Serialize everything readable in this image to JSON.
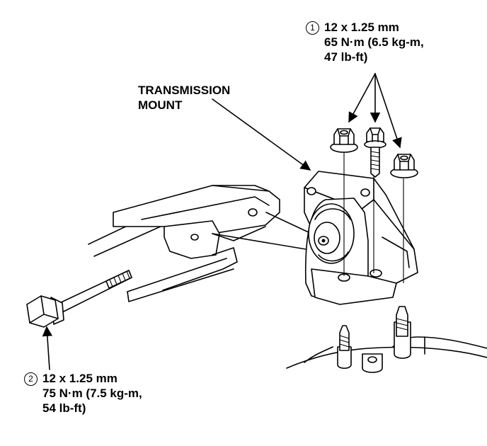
{
  "callout_1": {
    "number": "1",
    "spec": "12 x 1.25 mm",
    "torque_line1": "65 N·m (6.5 kg-m,",
    "torque_line2": "47 lb-ft)"
  },
  "callout_2": {
    "number": "2",
    "spec": "12 x 1.25 mm",
    "torque_line1": "75 N·m (7.5 kg-m,",
    "torque_line2": "54 lb-ft)"
  },
  "mount_label": {
    "line1": "TRANSMISSION",
    "line2": "MOUNT"
  },
  "colors": {
    "ink": "#000000",
    "paper": "#ffffff"
  },
  "icons": [
    "circled-number-1-icon",
    "circled-number-2-icon",
    "leader-arrow-icon",
    "bolt-icon",
    "flange-nut-icon",
    "stud-icon",
    "mount-bracket-icon",
    "frame-bracket-icon"
  ]
}
